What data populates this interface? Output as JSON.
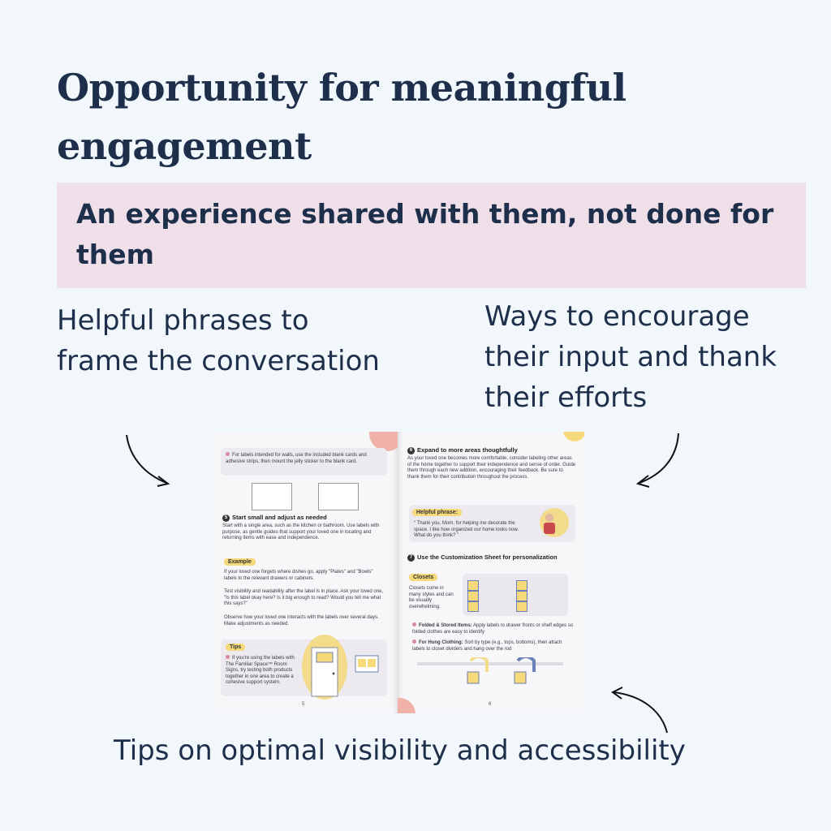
{
  "heading": "Opportunity for meaningful engagement",
  "banner": "An experience shared with them, not done for them",
  "callouts": {
    "left": "Helpful phrases to frame the conversation",
    "right": "Ways to encourage their input and thank their efforts",
    "bottom": "Tips on optimal visibility and accessibility"
  },
  "booklet": {
    "left_page": {
      "intro": "For labels intended for walls, use the included blank cards and adhesive strips, then mount the jelly sticker to the blank card.",
      "step5_number": "5",
      "step5_title": "Start small and adjust as needed",
      "step5_body": "Start with a single area, such as the kitchen or bathroom. Use labels with purpose, as gentle guides that support your loved one in locating and returning items with ease and independence.",
      "example_label": "Example",
      "example_body": "If your loved one forgets where dishes go, apply \"Plates\" and \"Bowls\" labels to the relevant drawers or cabinets.",
      "test_body": "Test visibility and readability after the label is in place. Ask your loved one, \"Is this label okay here? Is it big enough to read? Would you tell me what this says?\"",
      "observe_body": "Observe how your loved one interacts with the labels over several days. Make adjustments as needed.",
      "tips_label": "Tips",
      "tips_body": "If you're using the labels with The Familiar Space™ Room Signs, try testing both products together in one area to create a cohesive support system.",
      "page_number": "5"
    },
    "right_page": {
      "step6_number": "6",
      "step6_title": "Expand to more areas thoughtfully",
      "step6_body": "As your loved one becomes more comfortable, consider labeling other areas of the home together to support their independence and sense of order. Guide them through each new addition, encouraging their feedback. Be sure to thank them for their contribution throughout the process.",
      "phrase_label": "Helpful phrase:",
      "phrase_body": "“ Thank you, Mom, for helping me decorate the space. I like how organized our home looks now. What do you think? ”",
      "step7_number": "7",
      "step7_title": "Use the Customization Sheet for personalization",
      "closets_label": "Closets",
      "closets_body": "Closets come in many styles and can be visually overwhelming.",
      "folded_label": "Folded & Stored Items:",
      "folded_body": "Apply labels to drawer fronts or shelf edges so folded clothes are easy to identify",
      "hung_label": "For Hung Clothing:",
      "hung_body": "Sort by type (e.g., tops, bottoms), then attach labels to closet dividers and hang over the rod",
      "page_number": "6"
    }
  },
  "colors": {
    "background": "#f1f7fb",
    "banner": "#efdfe9",
    "text": "#1d2f4a",
    "accent_yellow": "#f5d97a",
    "accent_pink": "#e8a5a5"
  }
}
